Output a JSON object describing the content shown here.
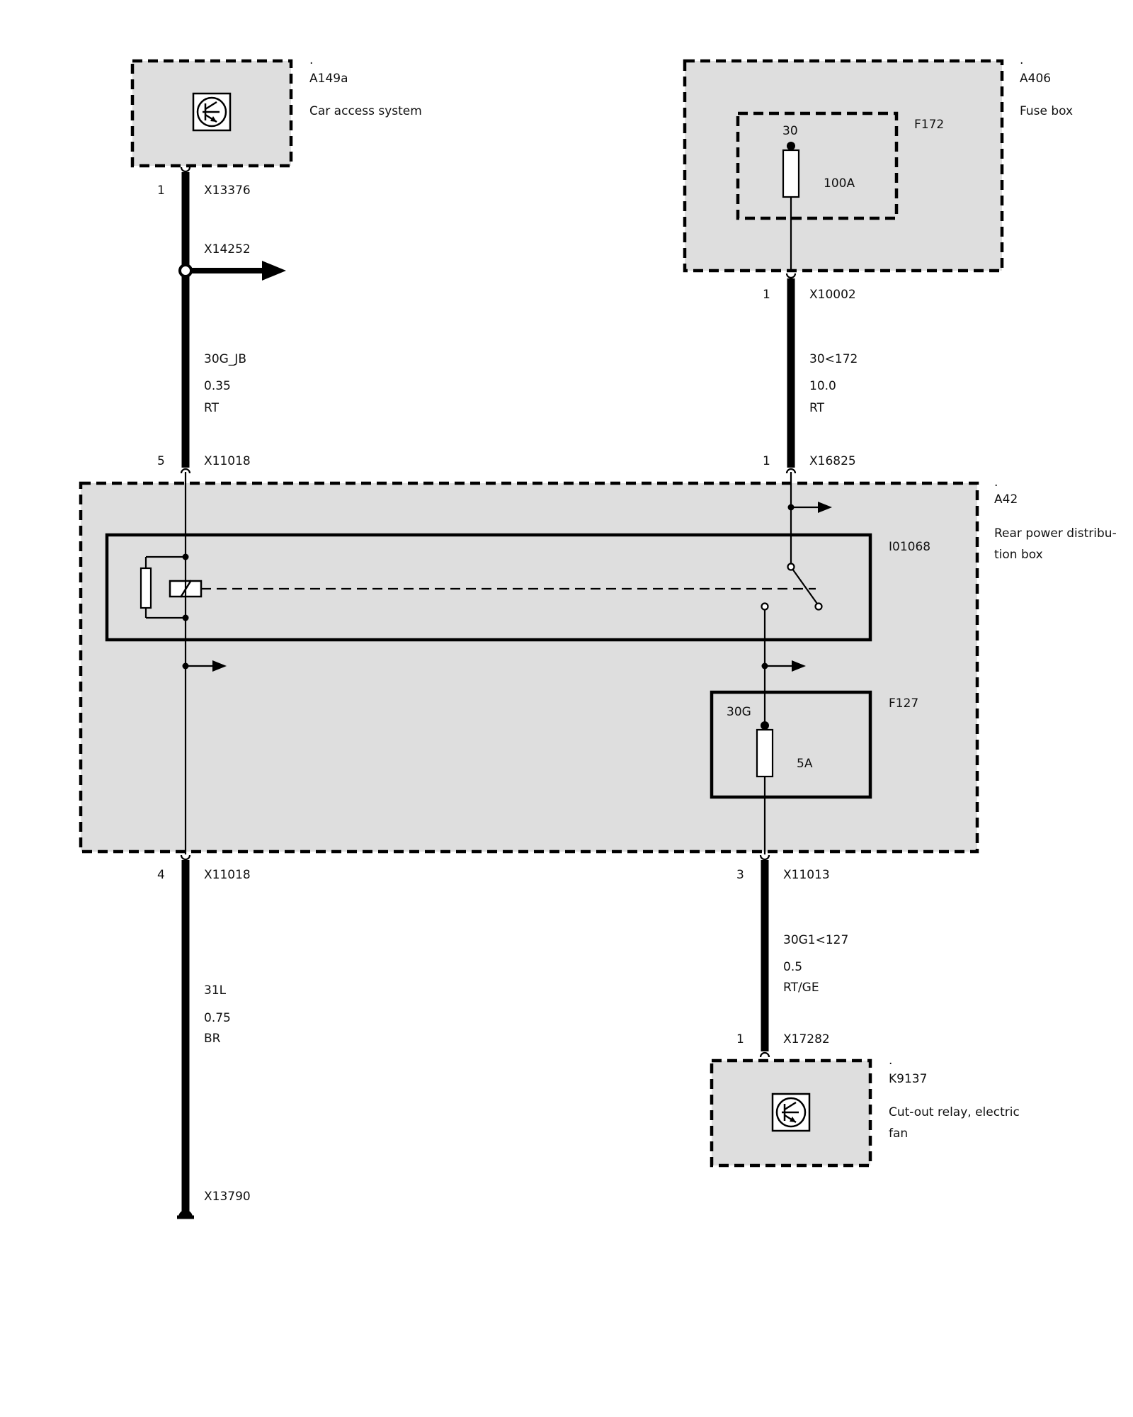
{
  "components": {
    "a149a": {
      "dot": ".",
      "id": "A149a",
      "name": "Car access system",
      "icon": "control-unit-icon"
    },
    "a406": {
      "dot": ".",
      "id": "A406",
      "name": "Fuse box"
    },
    "f172": {
      "id": "F172",
      "terminal": "30",
      "rating": "100A"
    },
    "a42": {
      "dot": ".",
      "id": "A42",
      "name_line1": "Rear power distribu-",
      "name_line2": "tion box"
    },
    "i01068": {
      "id": "I01068"
    },
    "f127": {
      "id": "F127",
      "terminal": "30G",
      "rating": "5A"
    },
    "k9137": {
      "dot": ".",
      "id": "K9137",
      "name_line1": "Cut-out relay, electric",
      "name_line2": "fan",
      "icon": "control-unit-icon"
    }
  },
  "connectors": {
    "x13376": {
      "pin": "1",
      "id": "X13376"
    },
    "x14252": {
      "id": "X14252"
    },
    "x10002": {
      "pin": "1",
      "id": "X10002"
    },
    "x11018_top": {
      "pin": "5",
      "id": "X11018"
    },
    "x16825": {
      "pin": "1",
      "id": "X16825"
    },
    "x11018_bottom": {
      "pin": "4",
      "id": "X11018"
    },
    "x11013": {
      "pin": "3",
      "id": "X11013"
    },
    "x17282": {
      "pin": "1",
      "id": "X17282"
    },
    "x13790": {
      "id": "X13790"
    }
  },
  "wires": {
    "w_30g_jb": {
      "signal": "30G_JB",
      "size": "0.35",
      "color": "RT"
    },
    "w_30_172": {
      "signal": "30<172",
      "size": "10.0",
      "color": "RT"
    },
    "w_31l": {
      "signal": "31L",
      "size": "0.75",
      "color": "BR"
    },
    "w_30g1_127": {
      "signal": "30G1<127",
      "size": "0.5",
      "color": "RT/GE"
    }
  },
  "colors": {
    "box_fill": "#dedede",
    "line": "#000000"
  }
}
